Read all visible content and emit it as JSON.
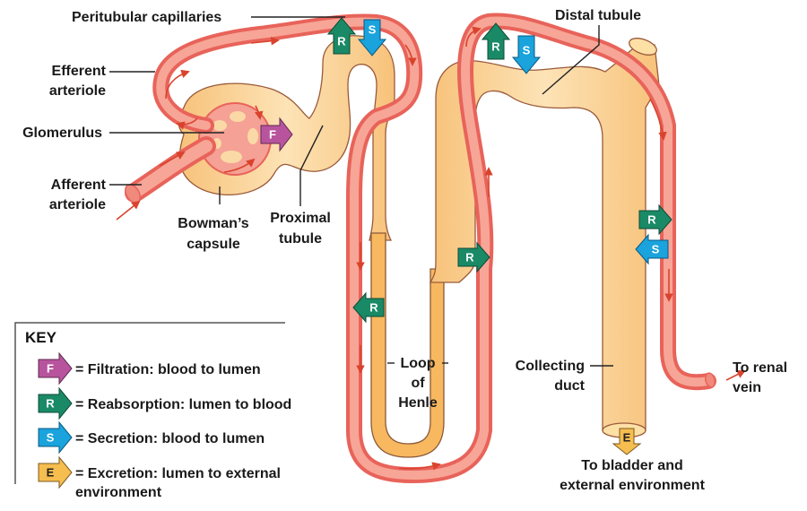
{
  "title": "Nephron processes: filtration, reabsorption, secretion, excretion",
  "labels": {
    "peritubular_capillaries": "Peritubular capillaries",
    "efferent_arteriole": [
      "Efferent",
      "arteriole"
    ],
    "glomerulus": "Glomerulus",
    "afferent_arteriole": [
      "Afferent",
      "arteriole"
    ],
    "bowmans_capsule": [
      "Bowman’s",
      "capsule"
    ],
    "proximal_tubule": [
      "Proximal",
      "tubule"
    ],
    "distal_tubule": "Distal tubule",
    "loop_of_henle": [
      "Loop",
      "of",
      "Henle"
    ],
    "collecting_duct": [
      "Collecting",
      "duct"
    ],
    "to_renal_vein": [
      "To renal",
      "vein"
    ],
    "to_bladder": [
      "To bladder and",
      "external environment"
    ]
  },
  "process_arrows": [
    {
      "letter": "F",
      "process": "filtration",
      "location": "glomerulus to Bowman's capsule",
      "direction": "right"
    },
    {
      "letter": "R",
      "process": "reabsorption",
      "location": "proximal tubule top",
      "direction": "up"
    },
    {
      "letter": "S",
      "process": "secretion",
      "location": "proximal tubule top",
      "direction": "down"
    },
    {
      "letter": "R",
      "process": "reabsorption",
      "location": "descending limb",
      "direction": "left"
    },
    {
      "letter": "R",
      "process": "reabsorption",
      "location": "ascending limb",
      "direction": "right"
    },
    {
      "letter": "R",
      "process": "reabsorption",
      "location": "distal tubule top",
      "direction": "up"
    },
    {
      "letter": "S",
      "process": "secretion",
      "location": "distal tubule top",
      "direction": "down"
    },
    {
      "letter": "R",
      "process": "reabsorption",
      "location": "collecting duct",
      "direction": "right"
    },
    {
      "letter": "S",
      "process": "secretion",
      "location": "collecting duct",
      "direction": "left"
    },
    {
      "letter": "E",
      "process": "excretion",
      "location": "collecting duct outlet",
      "direction": "down"
    }
  ],
  "key": {
    "title": "KEY",
    "items": [
      {
        "letter": "F",
        "text": "= Filtration: blood to lumen",
        "color": "#b8549e"
      },
      {
        "letter": "R",
        "text": "= Reabsorption: lumen to blood",
        "color": "#1a8a66"
      },
      {
        "letter": "S",
        "text": "= Secretion: blood to lumen",
        "color": "#1aa3dc"
      },
      {
        "letter": "E",
        "text": "= Excretion: lumen to external",
        "text2": "environment",
        "color": "#f6bd4f"
      }
    ]
  },
  "colors": {
    "filtration": "#b8549e",
    "reabsorption": "#1a8a66",
    "secretion": "#1aa3dc",
    "excretion": "#f6bd4f",
    "vessel": "#ef7a6c",
    "tubule": "#fbd59a",
    "loop": "#f8b85f"
  }
}
